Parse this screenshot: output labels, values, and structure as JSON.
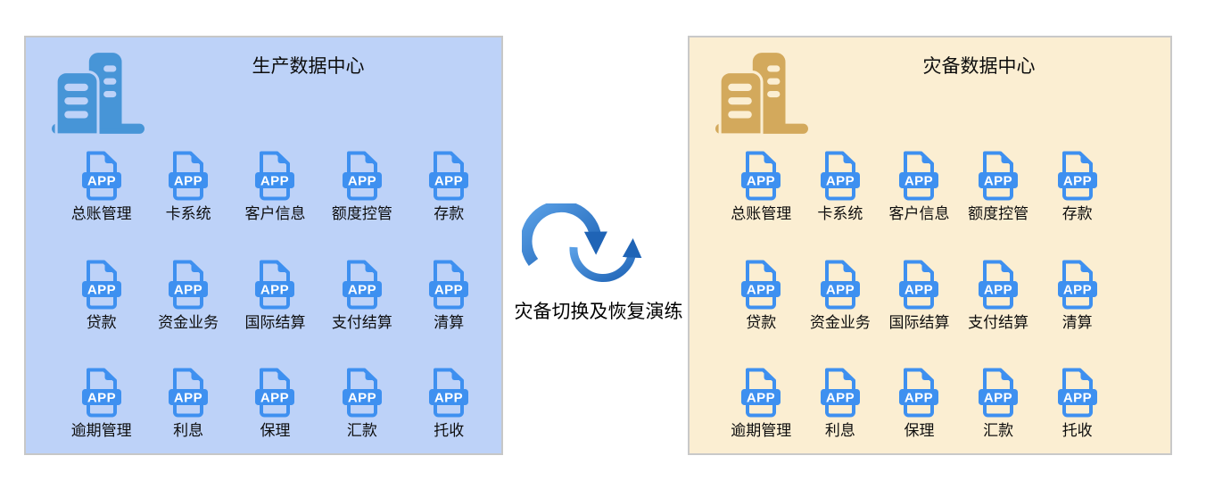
{
  "app_icon": {
    "label": "APP",
    "color": "#3e90f0"
  },
  "middle": {
    "label": "灾备切换及恢复演练",
    "icon": "sync-arrows-icon",
    "arrow_color_light": "#5aa0e6",
    "arrow_color_dark": "#1f64b6"
  },
  "panels": [
    {
      "id": "production-data-center",
      "title": "生产数据中心",
      "bg_color": "#bdd2f8",
      "border_color": "#c7c7c7",
      "building_color": "#4795d7",
      "apps": [
        "总账管理",
        "卡系统",
        "客户信息",
        "额度控管",
        "存款",
        "贷款",
        "资金业务",
        "国际结算",
        "支付结算",
        "清算",
        "逾期管理",
        "利息",
        "保理",
        "汇款",
        "托收"
      ]
    },
    {
      "id": "disaster-recovery-data-center",
      "title": "灾备数据中心",
      "bg_color": "#fbeed2",
      "border_color": "#c9c9c9",
      "building_color": "#d3a95c",
      "apps": [
        "总账管理",
        "卡系统",
        "客户信息",
        "额度控管",
        "存款",
        "贷款",
        "资金业务",
        "国际结算",
        "支付结算",
        "清算",
        "逾期管理",
        "利息",
        "保理",
        "汇款",
        "托收"
      ]
    }
  ]
}
